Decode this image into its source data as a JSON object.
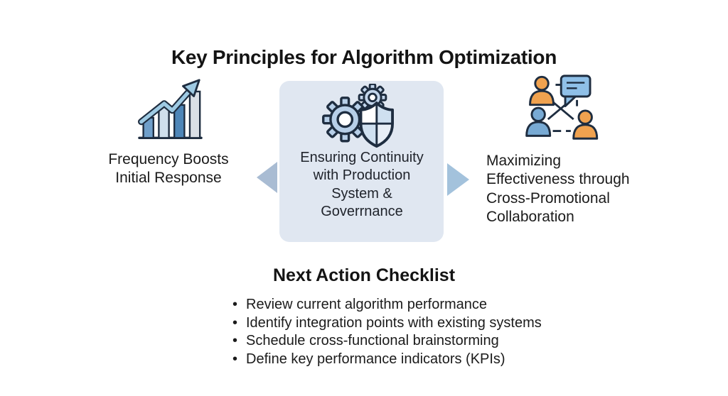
{
  "title": "Key Principles for Algorithm Optimization",
  "principles": {
    "left": {
      "icon": "growth-bar-chart-icon",
      "label": "Frequency Boosts Initial Response"
    },
    "center": {
      "icon": "gears-shield-icon",
      "label": "Ensuring Continuity with Production System & Goverrnance"
    },
    "right": {
      "icon": "collaboration-people-icon",
      "label": "Maximizing Effectiveness through Cross-Promotional Collaboration"
    }
  },
  "checklist": {
    "title": "Next Action Checklist",
    "items": [
      "Review current algorithm performance",
      "Identify integration points with existing systems",
      "Schedule cross-functional brainstorming",
      "Define key performance indicators (KPIs)"
    ]
  },
  "colors": {
    "center_box_bg": "#e0e7f1",
    "arrow_left": "#a9bcd3",
    "arrow_right": "#a3c2dc",
    "icon_outline": "#1e2d40",
    "icon_blue": "#78aad4",
    "icon_light_blue": "#b7cfe8",
    "icon_orange": "#f0a24f",
    "text": "#1b1b1b"
  }
}
